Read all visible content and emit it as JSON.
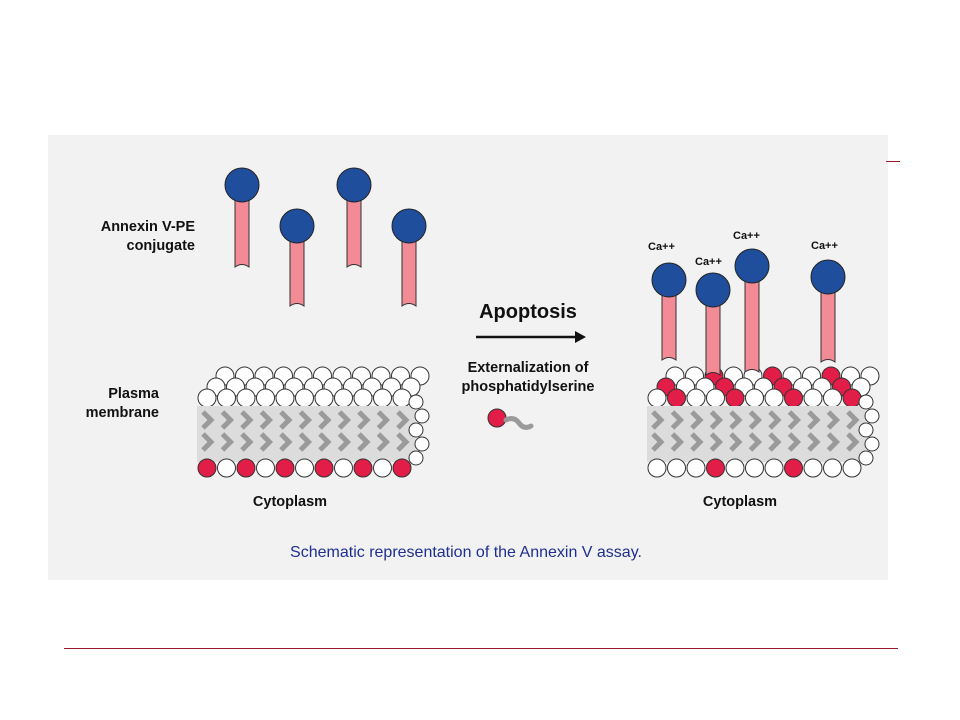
{
  "labels": {
    "annexin_line1": "Annexin V-PE",
    "annexin_line2": "conjugate",
    "plasma_line1": "Plasma",
    "plasma_line2": "membrane",
    "cytoplasm_left": "Cytoplasm",
    "cytoplasm_right": "Cytoplasm",
    "apoptosis": "Apoptosis",
    "external_line1": "Externalization of",
    "external_line2": "phosphatidylserine",
    "calcium": "Ca++"
  },
  "caption": "Schematic representation of the Annexin V assay.",
  "colors": {
    "panel_bg": "#f2f2f2",
    "annexin_head": "#1f4f9c",
    "annexin_stalk": "#f28b95",
    "phosphatidylserine": "#e11d48",
    "lipid_head": "#ffffff",
    "lipid_tail": "#9a9a9a",
    "caption": "#1f2f8f",
    "rule": "#9b1b2a"
  }
}
